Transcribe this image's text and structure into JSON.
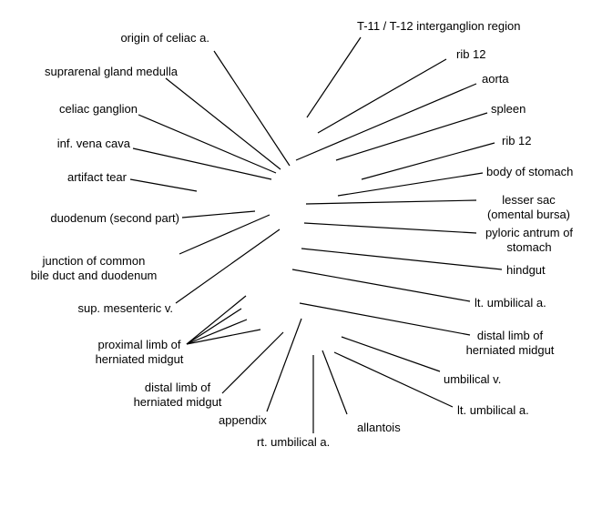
{
  "labels": {
    "origin_celiac": "origin of celiac a.",
    "suprarenal_medulla": "suprarenal gland medulla",
    "celiac_ganglion": "celiac ganglion",
    "inf_vena_cava": "inf. vena cava",
    "artifact_tear": "artifact tear",
    "duodenum_second": "duodenum (second part)",
    "junction_cbd_line1": "junction of common",
    "junction_cbd_line2": "bile duct and duodenum",
    "sup_mesenteric_v": "sup. mesenteric v.",
    "proximal_limb_line1": "proximal limb of",
    "proximal_limb_line2": "herniated midgut",
    "distal_limb_left_line1": "distal limb of",
    "distal_limb_left_line2": "herniated midgut",
    "appendix": "appendix",
    "rt_umbilical_a": "rt. umbilical a.",
    "allantois": "allantois",
    "t11_t12": "T-11 / T-12 interganglion region",
    "rib12_top": "rib 12",
    "aorta": "aorta",
    "spleen": "spleen",
    "rib12_second": "rib 12",
    "body_of_stomach": "body of stomach",
    "lesser_sac_line1": "lesser sac",
    "lesser_sac_line2": "(omental bursa)",
    "pyloric_line1": "pyloric antrum of",
    "pyloric_line2": "stomach",
    "hindgut": "hindgut",
    "lt_umbilical_a_upper": "lt. umbilical a.",
    "distal_limb_right_line1": "distal limb of",
    "distal_limb_right_line2": "herniated midgut",
    "umbilical_v": "umbilical v.",
    "lt_umbilical_a_lower": "lt. umbilical a."
  }
}
